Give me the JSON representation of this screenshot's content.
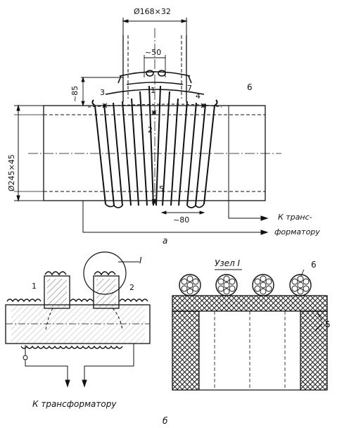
{
  "figure_a": {
    "dim_branch_diameter": "Ø168×32",
    "dim_gap": "~50",
    "dim_height": "~85",
    "dim_pipe_diameter": "Ø245×45",
    "dim_pitch": "~80",
    "labels": {
      "p1": "1",
      "p2": "2",
      "p3": "3",
      "p4": "4",
      "p5": "5",
      "p6": "6",
      "p7": "7"
    },
    "to_transformer_line1": "К транс-",
    "to_transformer_line2": "форматору",
    "caption": "а"
  },
  "figure_b": {
    "labels": {
      "p1": "1",
      "p2": "2",
      "node": "I"
    },
    "to_transformer": "К трансформатору",
    "caption": "б"
  },
  "figure_node": {
    "title": "Узел I",
    "labels": {
      "p5": "5",
      "p6": "6"
    }
  }
}
